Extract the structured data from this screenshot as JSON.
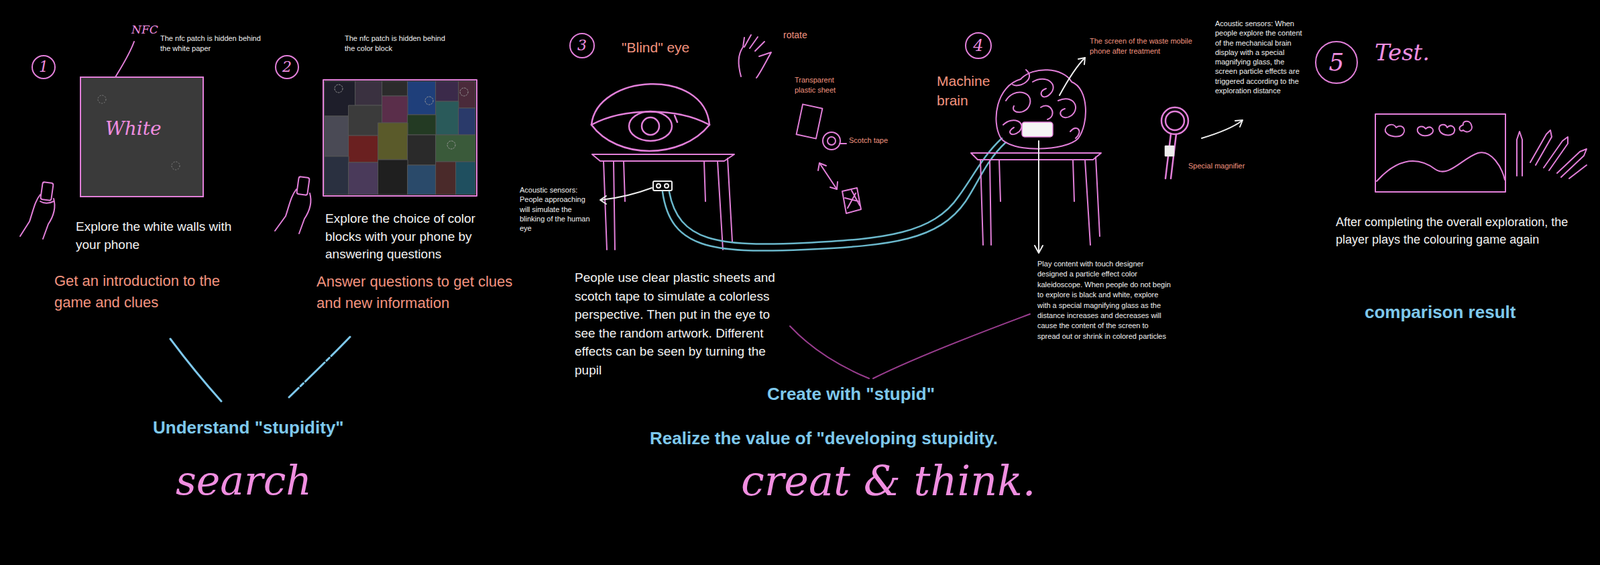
{
  "diagram": {
    "nodes": [
      {
        "text": [
          "1"
        ]
      },
      {
        "text": [
          "White"
        ]
      },
      {
        "text": [
          "2"
        ]
      },
      {
        "text": [
          "3"
        ]
      },
      {
        "text": [
          "4"
        ]
      },
      {
        "text": [
          "5"
        ]
      }
    ],
    "labels": [
      "NFC",
      "The nfc patch is hidden behind the white paper",
      "Explore the white walls with your phone",
      "Get an introduction to the game and clues",
      "Understand \"stupidity\"",
      "search",
      "The nfc patch is hidden behind the color block",
      "Explore the choice of color blocks with your phone by answering questions",
      "Answer questions to get clues and new information",
      "\"Blind\" eye",
      "rotate",
      "Transparent plastic sheet",
      "Scotch tape",
      "Acoustic sensors: People approaching will simulate the blinking of the human eye",
      "People use clear plastic sheets and scotch tape to simulate a colorless perspective. Then put in the eye to see the random artwork. Different effects can be seen by turning the pupil",
      "Create with \"stupid\"",
      "Realize the value of \"developing stupidity.",
      "creat & think.",
      "Machine brain",
      "The screen of the waste mobile phone after treatment",
      "Acoustic sensors: When people explore the content of the mechanical brain display with a special magnifying glass, the screen particle effects are triggered according to the exploration distance",
      "Special magnifier",
      "Play content with touch designer designed a particle effect color kaleidoscope. When people do not begin to explore is black and white, explore with a special magnifying glass as the distance increases and decreases will cause the content of the screen to spread out or shrink in colored particles",
      "Test.",
      "After completing the overall exploration, the player plays the colouring game again",
      "comparison result"
    ]
  }
}
